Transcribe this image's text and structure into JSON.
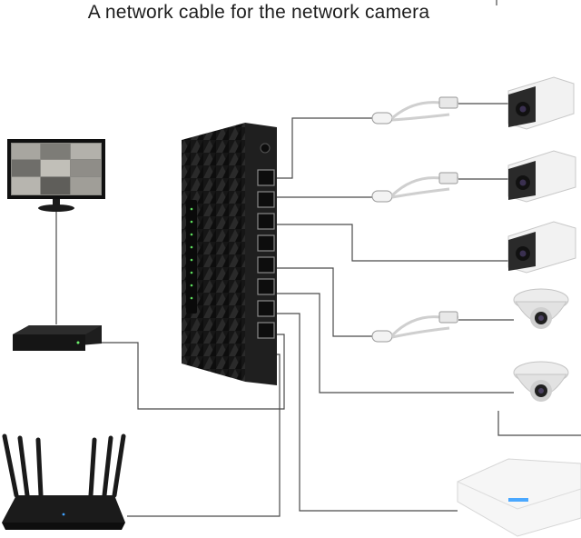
{
  "title": "A network cable for the network camera",
  "colors": {
    "wire": "#4a4a4a",
    "device_dark": "#1c1c1c",
    "camera_white": "#f2f2f2"
  },
  "devices": {
    "switch": {
      "port_count": 8
    },
    "monitor": {},
    "nvr": {},
    "router": {
      "antenna_count": 6
    },
    "bullet_cameras": 3,
    "dome_cameras": 2,
    "access_point": {},
    "poe_splitters": 3
  }
}
